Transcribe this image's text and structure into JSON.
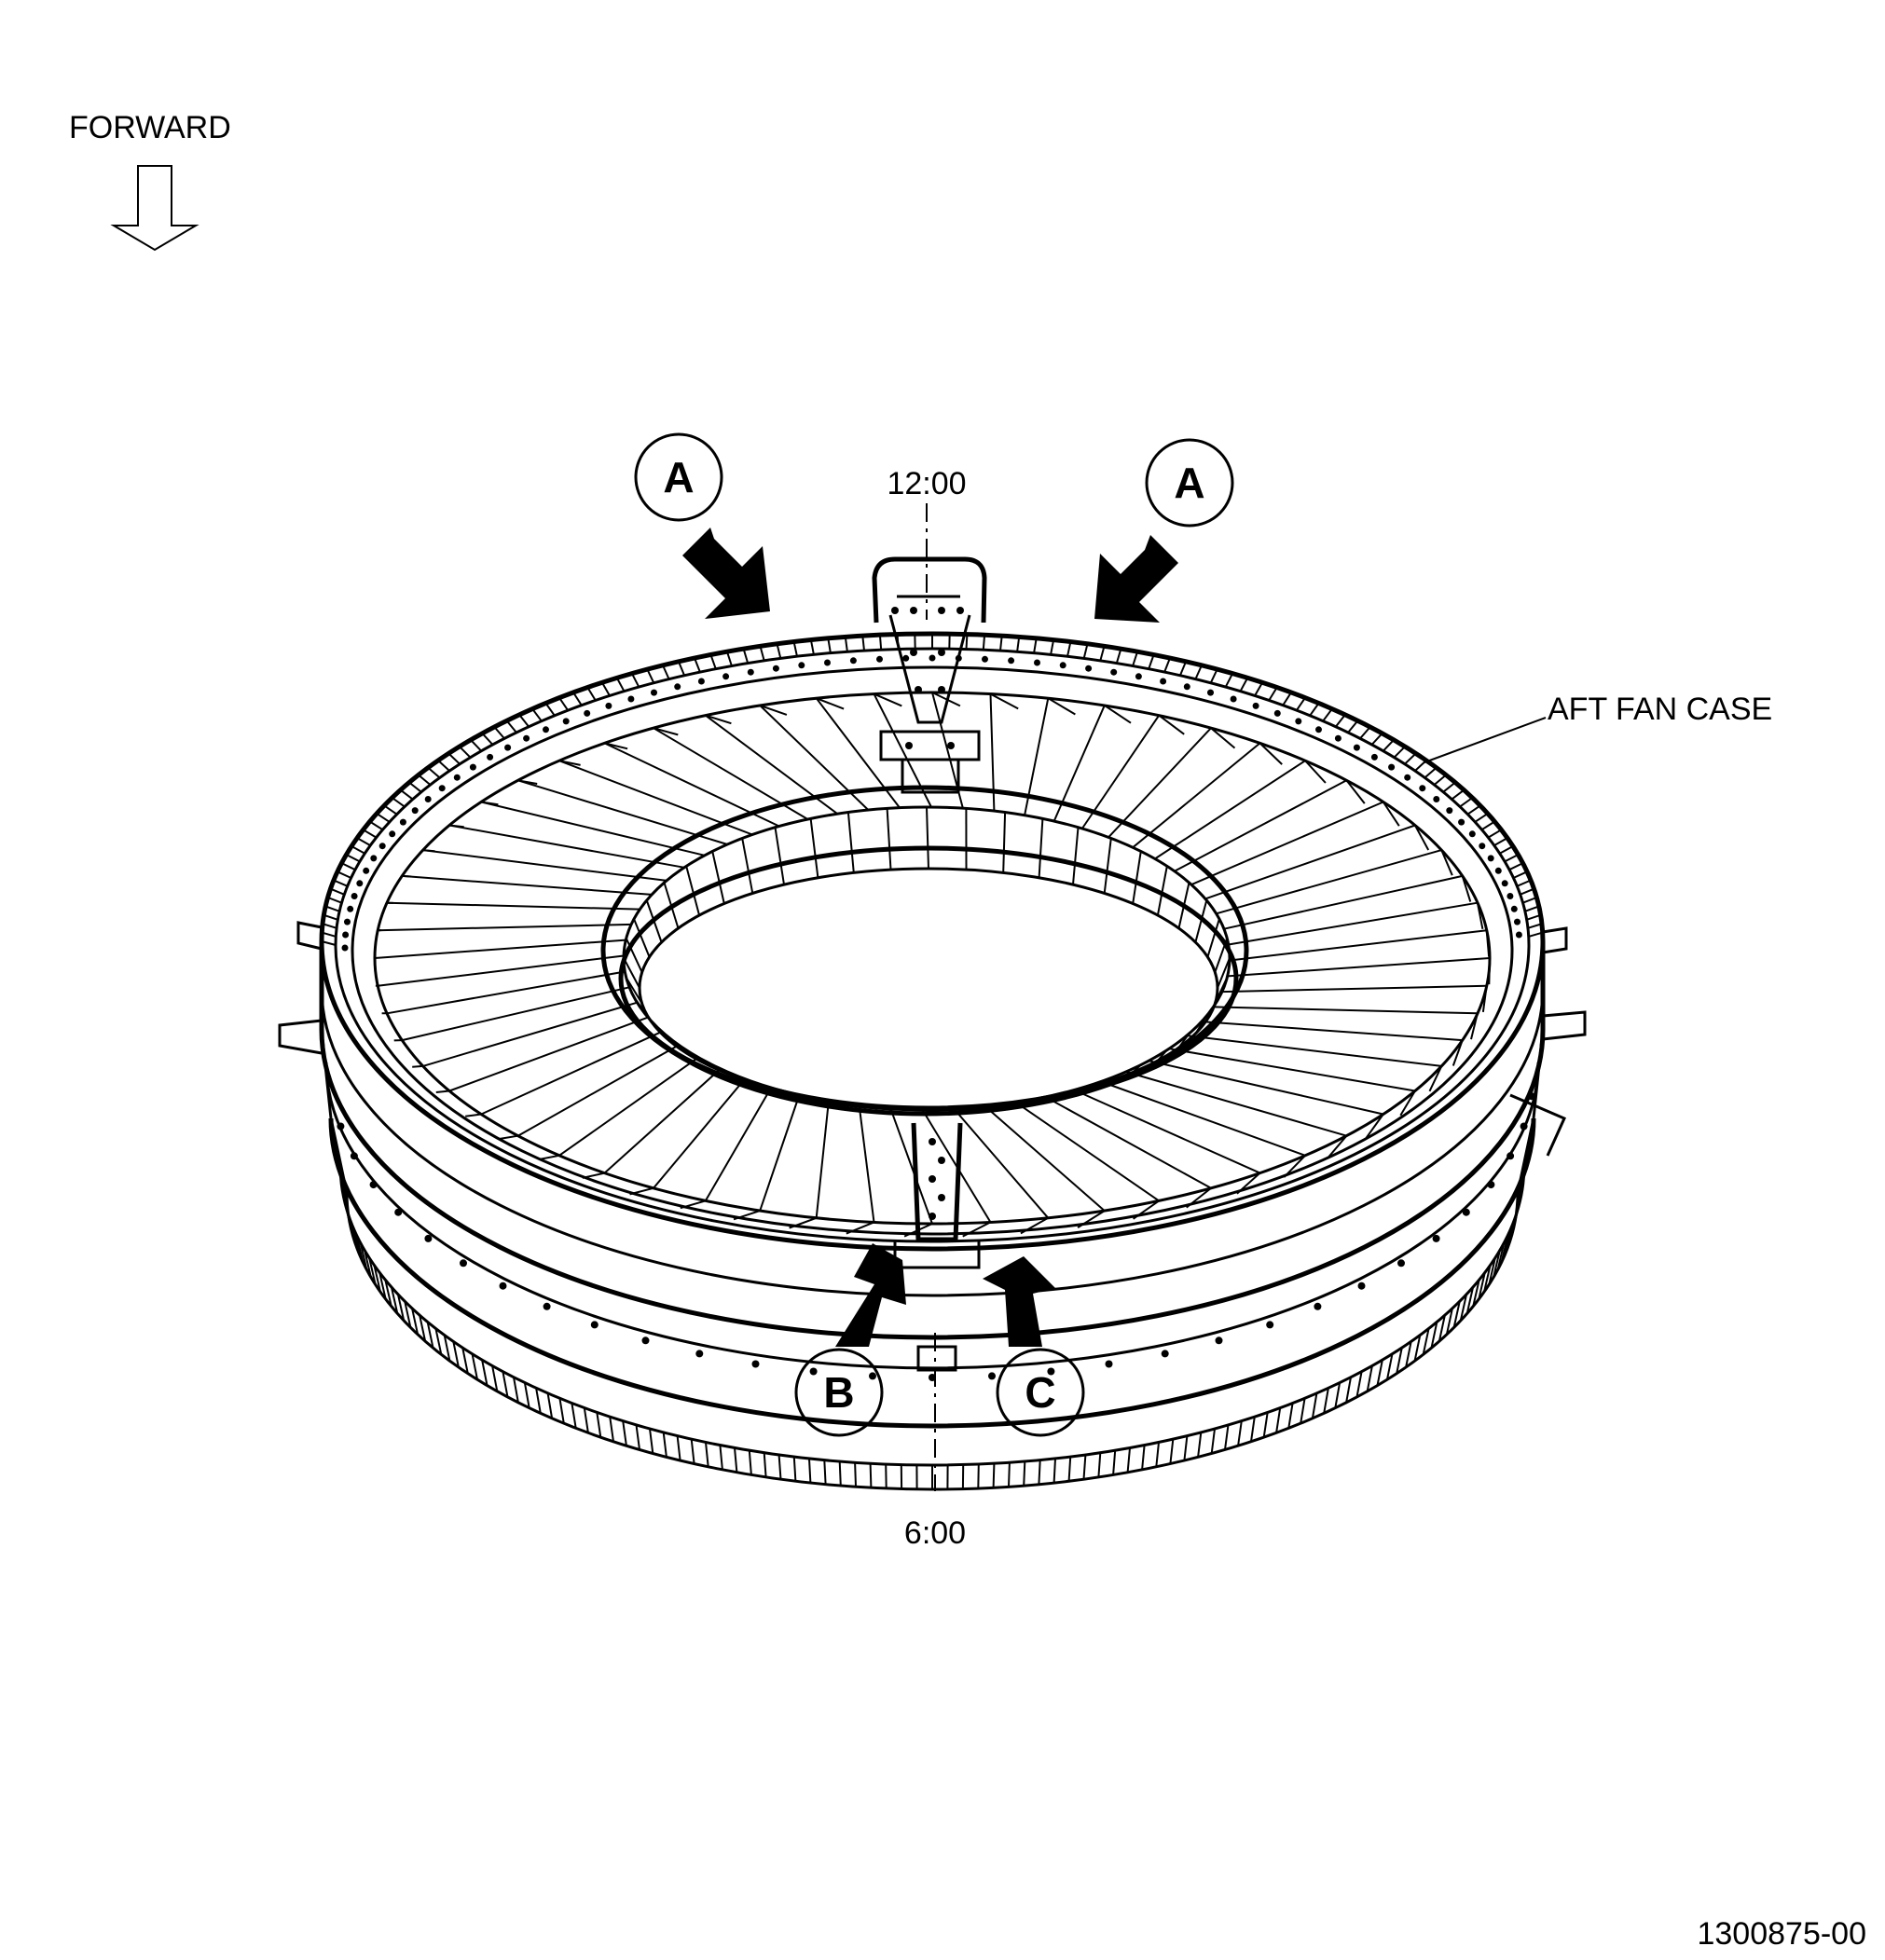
{
  "orientation": {
    "label": "FORWARD",
    "icon": "down-arrow-outline-icon"
  },
  "clock_positions": {
    "top": "12:00",
    "bottom": "6:00"
  },
  "component_label": "AFT FAN CASE",
  "callouts": [
    "A",
    "A",
    "B",
    "C"
  ],
  "figure_number": "1300875-00",
  "colors": {
    "line": "#000000",
    "background": "#ffffff"
  }
}
